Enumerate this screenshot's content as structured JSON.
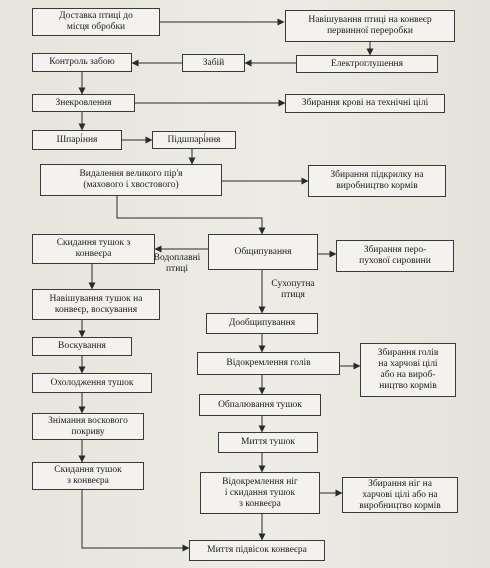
{
  "nodes": {
    "delivery": "Доставка птиці до\nмісця обробки",
    "hanging": "Навішування птиці на конвеєр\nпервинної переробки",
    "stunning": "Електроглушення",
    "slaughter": "Забій",
    "slaughter_control": "Контроль забою",
    "bleeding": "Знекровлення",
    "blood_collection": "Збирання крові на технічні цілі",
    "scalding": "Шпарі́ння",
    "subscalding": "Підшпарі́ння",
    "large_feather_removal": "Видалення великого пір'я\n(махового і хвостового)",
    "wing_feather_collection": "Збирання підкрилку на\nвиробництво кормів",
    "carcass_removal_1": "Скидання тушок з\nконвеєра",
    "plucking": "Общипування",
    "down_collection": "Збирання перо-\nпухової сировини",
    "waxing_hanging": "Навішування тушок на\nконвеєр, воскування",
    "finishing_plucking": "Дообщипування",
    "waxing": "Воскування",
    "head_separation": "Відокремлення голів",
    "head_collection": "Збирання голів\nна харчові цілі\nабо на вироб-\nництво кормів",
    "carcass_cooling": "Охолодження тушок",
    "singeing": "Обпалювання тушок",
    "wax_removal": "Знімання воскового\nпокриву",
    "carcass_washing": "Миття тушок",
    "carcass_removal_2": "Скидання тушок\nз конвеєра",
    "leg_separation": "Відокремлення ніг\nі скидання тушок\nз конвеєра",
    "leg_collection": "Збирання ніг на\nхарчові цілі або на\nвиробництво кормів",
    "hanger_washing": "Миття підвісок конвеєра"
  },
  "branch_labels": {
    "waterfowl": "Водоплавні\nптиці",
    "landfowl": "Сухопутна\nптиця"
  }
}
